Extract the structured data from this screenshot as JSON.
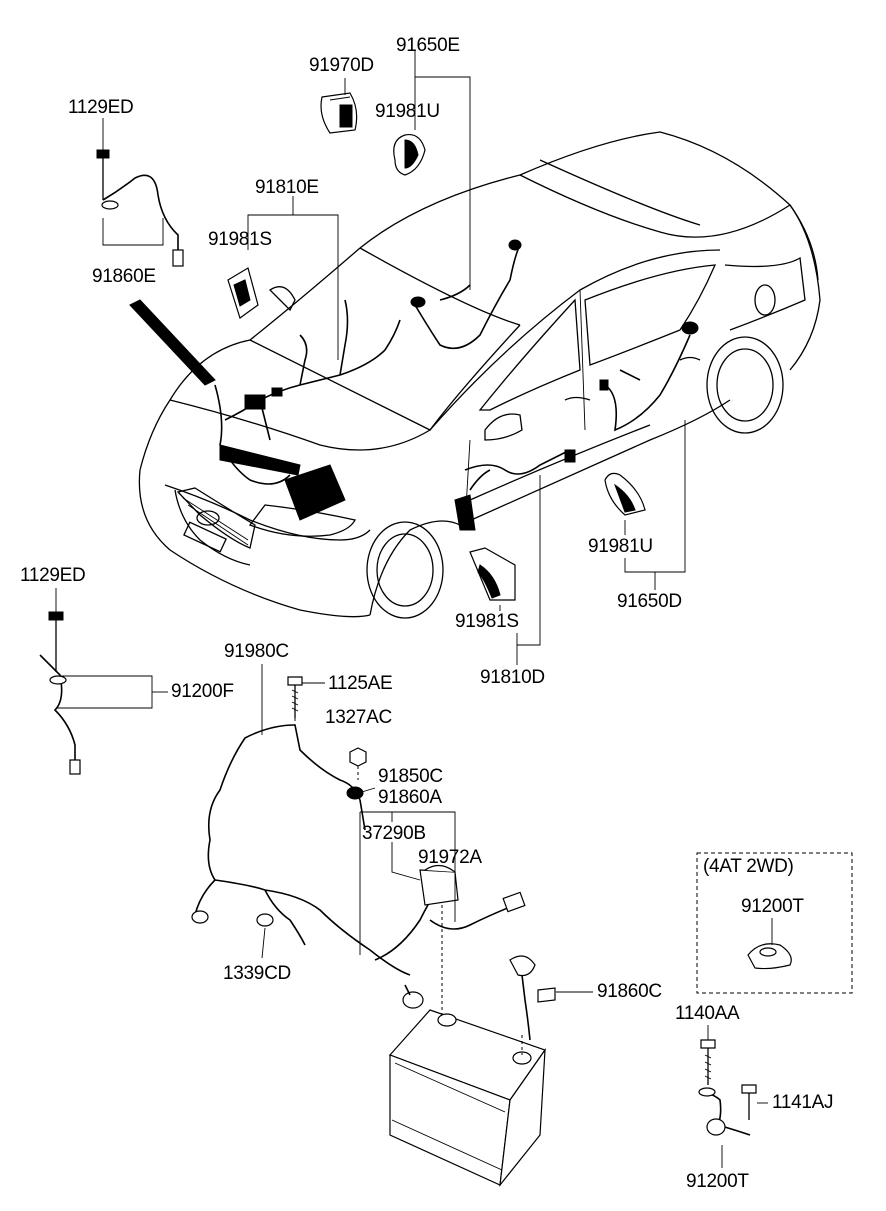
{
  "labels": {
    "p1129ED_top": "1129ED",
    "p91860E": "91860E",
    "p91970D": "91970D",
    "p91650E": "91650E",
    "p91981U_top": "91981U",
    "p91810E": "91810E",
    "p91981S_top": "91981S",
    "p1129ED_mid": "1129ED",
    "p91980C": "91980C",
    "p1125AE": "1125AE",
    "p91200F": "91200F",
    "p1327AC": "1327AC",
    "p91850C": "91850C",
    "p91860A": "91860A",
    "p37290B": "37290B",
    "p91972A": "91972A",
    "p1339CD": "1339CD",
    "p91860C": "91860C",
    "p91981U_right": "91981U",
    "p91650D": "91650D",
    "p91981S_mid": "91981S",
    "p91810D": "91810D",
    "p1140AA": "1140AA",
    "p1141AJ": "1141AJ",
    "p91200T_bottom": "91200T",
    "p91200T_box": "91200T",
    "box_caption": "(4AT 2WD)"
  }
}
